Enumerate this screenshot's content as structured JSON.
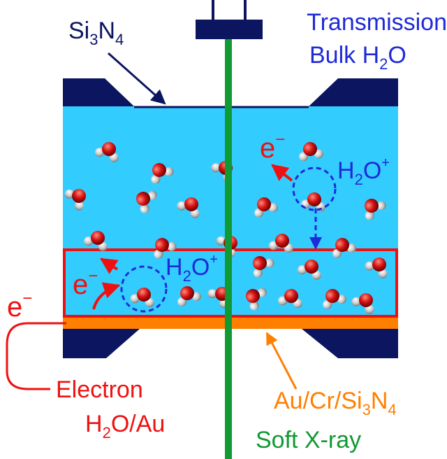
{
  "labels": {
    "si3n4_top": {
      "main": "Si",
      "s1": "3",
      "mid": "N",
      "s2": "4"
    },
    "transmission": "Transmission",
    "bulk": {
      "main": "Bulk H",
      "sub": "2",
      "tail": "O"
    },
    "electron_top": {
      "main": "e",
      "sup": "−"
    },
    "h2o_plus_top": {
      "main": "H",
      "sub": "2",
      "tail": "O",
      "sup": "+"
    },
    "electron_mid": {
      "main": "e",
      "sup": "−"
    },
    "h2o_plus_mid": {
      "main": "H",
      "sub": "2",
      "tail": "O",
      "sup": "+"
    },
    "electron_left": {
      "main": "e",
      "sup": "−"
    },
    "electron_word": "Electron",
    "h2o_au": {
      "main": "H",
      "sub": "2",
      "tail": "O/Au"
    },
    "au_cr": {
      "main": "Au/Cr/Si",
      "s1": "3",
      "mid": "N",
      "s2": "4"
    },
    "soft_xray": "Soft X-ray"
  },
  "colors": {
    "navy": "#0b1560",
    "water": "#33ccff",
    "red": "#ee1111",
    "blue_label": "#1f2ad8",
    "orange": "#ff7f00",
    "green": "#119933"
  }
}
